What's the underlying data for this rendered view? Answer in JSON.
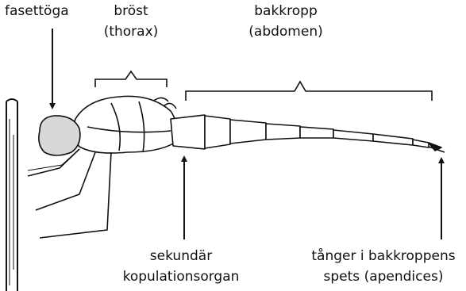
{
  "labels": {
    "compound_eye": "fasettöga",
    "thorax_line1": "bröst",
    "thorax_line2": "(thorax)",
    "abdomen_line1": "bakkropp",
    "abdomen_line2": "(abdomen)",
    "secondary_organ_line1": "sekundär",
    "secondary_organ_line2": "kopulationsorgan",
    "appendages_line1": "tånger i bakkroppens",
    "appendages_line2": "spets (apendices)"
  },
  "colors": {
    "ink": "#111111",
    "background": "#ffffff"
  }
}
